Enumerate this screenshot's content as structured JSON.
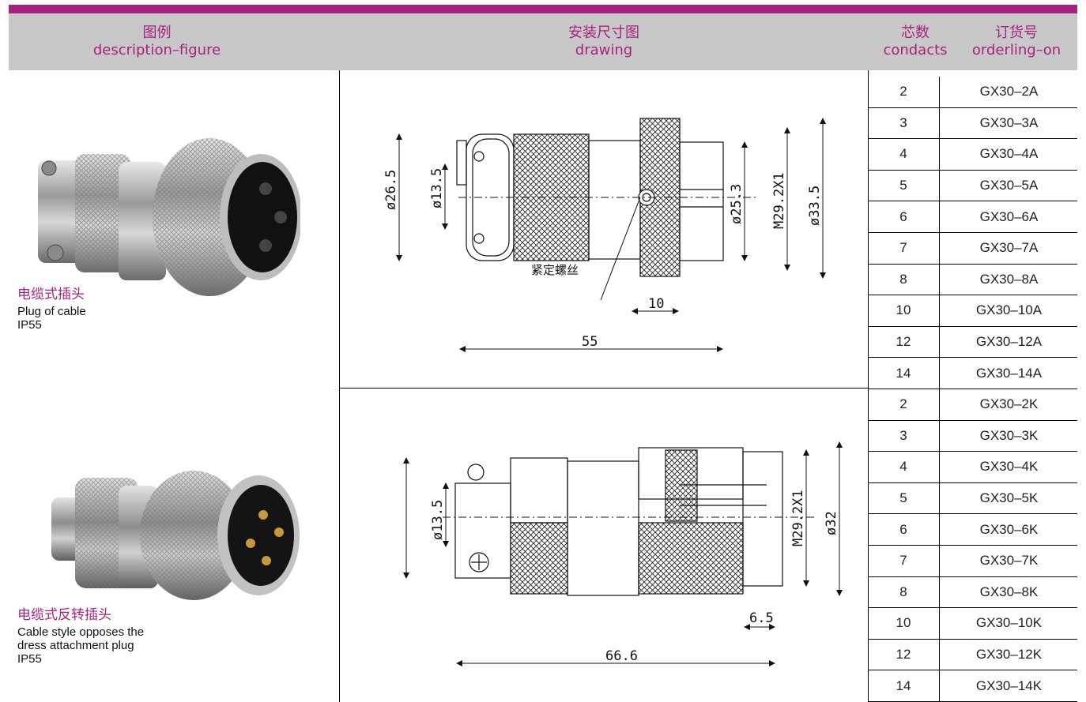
{
  "header": {
    "col1_cn": "图例",
    "col1_en": "description–figure",
    "col2_cn": "安装尺寸图",
    "col2_en": "drawing",
    "col3_cn": "芯数",
    "col3_en": "condacts",
    "col4_cn": "订货号",
    "col4_en": "orderling–on"
  },
  "products": [
    {
      "title": "电缆式插头",
      "desc": "Plug of cable\nIP55",
      "drawing": {
        "dims": [
          "ø26.5",
          "ø13.5",
          "ø25.3",
          "M29.2X1",
          "ø33.5",
          "10",
          "55"
        ],
        "note": "紧定螺丝"
      },
      "rows": [
        {
          "contacts": "2",
          "order": "GX30–2A"
        },
        {
          "contacts": "3",
          "order": "GX30–3A"
        },
        {
          "contacts": "4",
          "order": "GX30–4A"
        },
        {
          "contacts": "5",
          "order": "GX30–5A"
        },
        {
          "contacts": "6",
          "order": "GX30–6A"
        },
        {
          "contacts": "7",
          "order": "GX30–7A"
        },
        {
          "contacts": "8",
          "order": "GX30–8A"
        },
        {
          "contacts": "10",
          "order": "GX30–10A"
        },
        {
          "contacts": "12",
          "order": "GX30–12A"
        },
        {
          "contacts": "14",
          "order": "GX30–14A"
        }
      ]
    },
    {
      "title": "电缆式反转插头",
      "desc": "Cable style opposes the\ndress attachment plug\nIP55",
      "drawing": {
        "dims": [
          "ø13.5",
          "M29.2X1",
          "ø32",
          "6.5",
          "66.6"
        ]
      },
      "rows": [
        {
          "contacts": "2",
          "order": "GX30–2K"
        },
        {
          "contacts": "3",
          "order": "GX30–3K"
        },
        {
          "contacts": "4",
          "order": "GX30–4K"
        },
        {
          "contacts": "5",
          "order": "GX30–5K"
        },
        {
          "contacts": "6",
          "order": "GX30–6K"
        },
        {
          "contacts": "7",
          "order": "GX30–7K"
        },
        {
          "contacts": "8",
          "order": "GX30–8K"
        },
        {
          "contacts": "10",
          "order": "GX30–10K"
        },
        {
          "contacts": "12",
          "order": "GX30–12K"
        },
        {
          "contacts": "14",
          "order": "GX30–14K"
        }
      ]
    }
  ],
  "colors": {
    "accent": "#a8217e",
    "header_bg": "#c8c8c9"
  }
}
